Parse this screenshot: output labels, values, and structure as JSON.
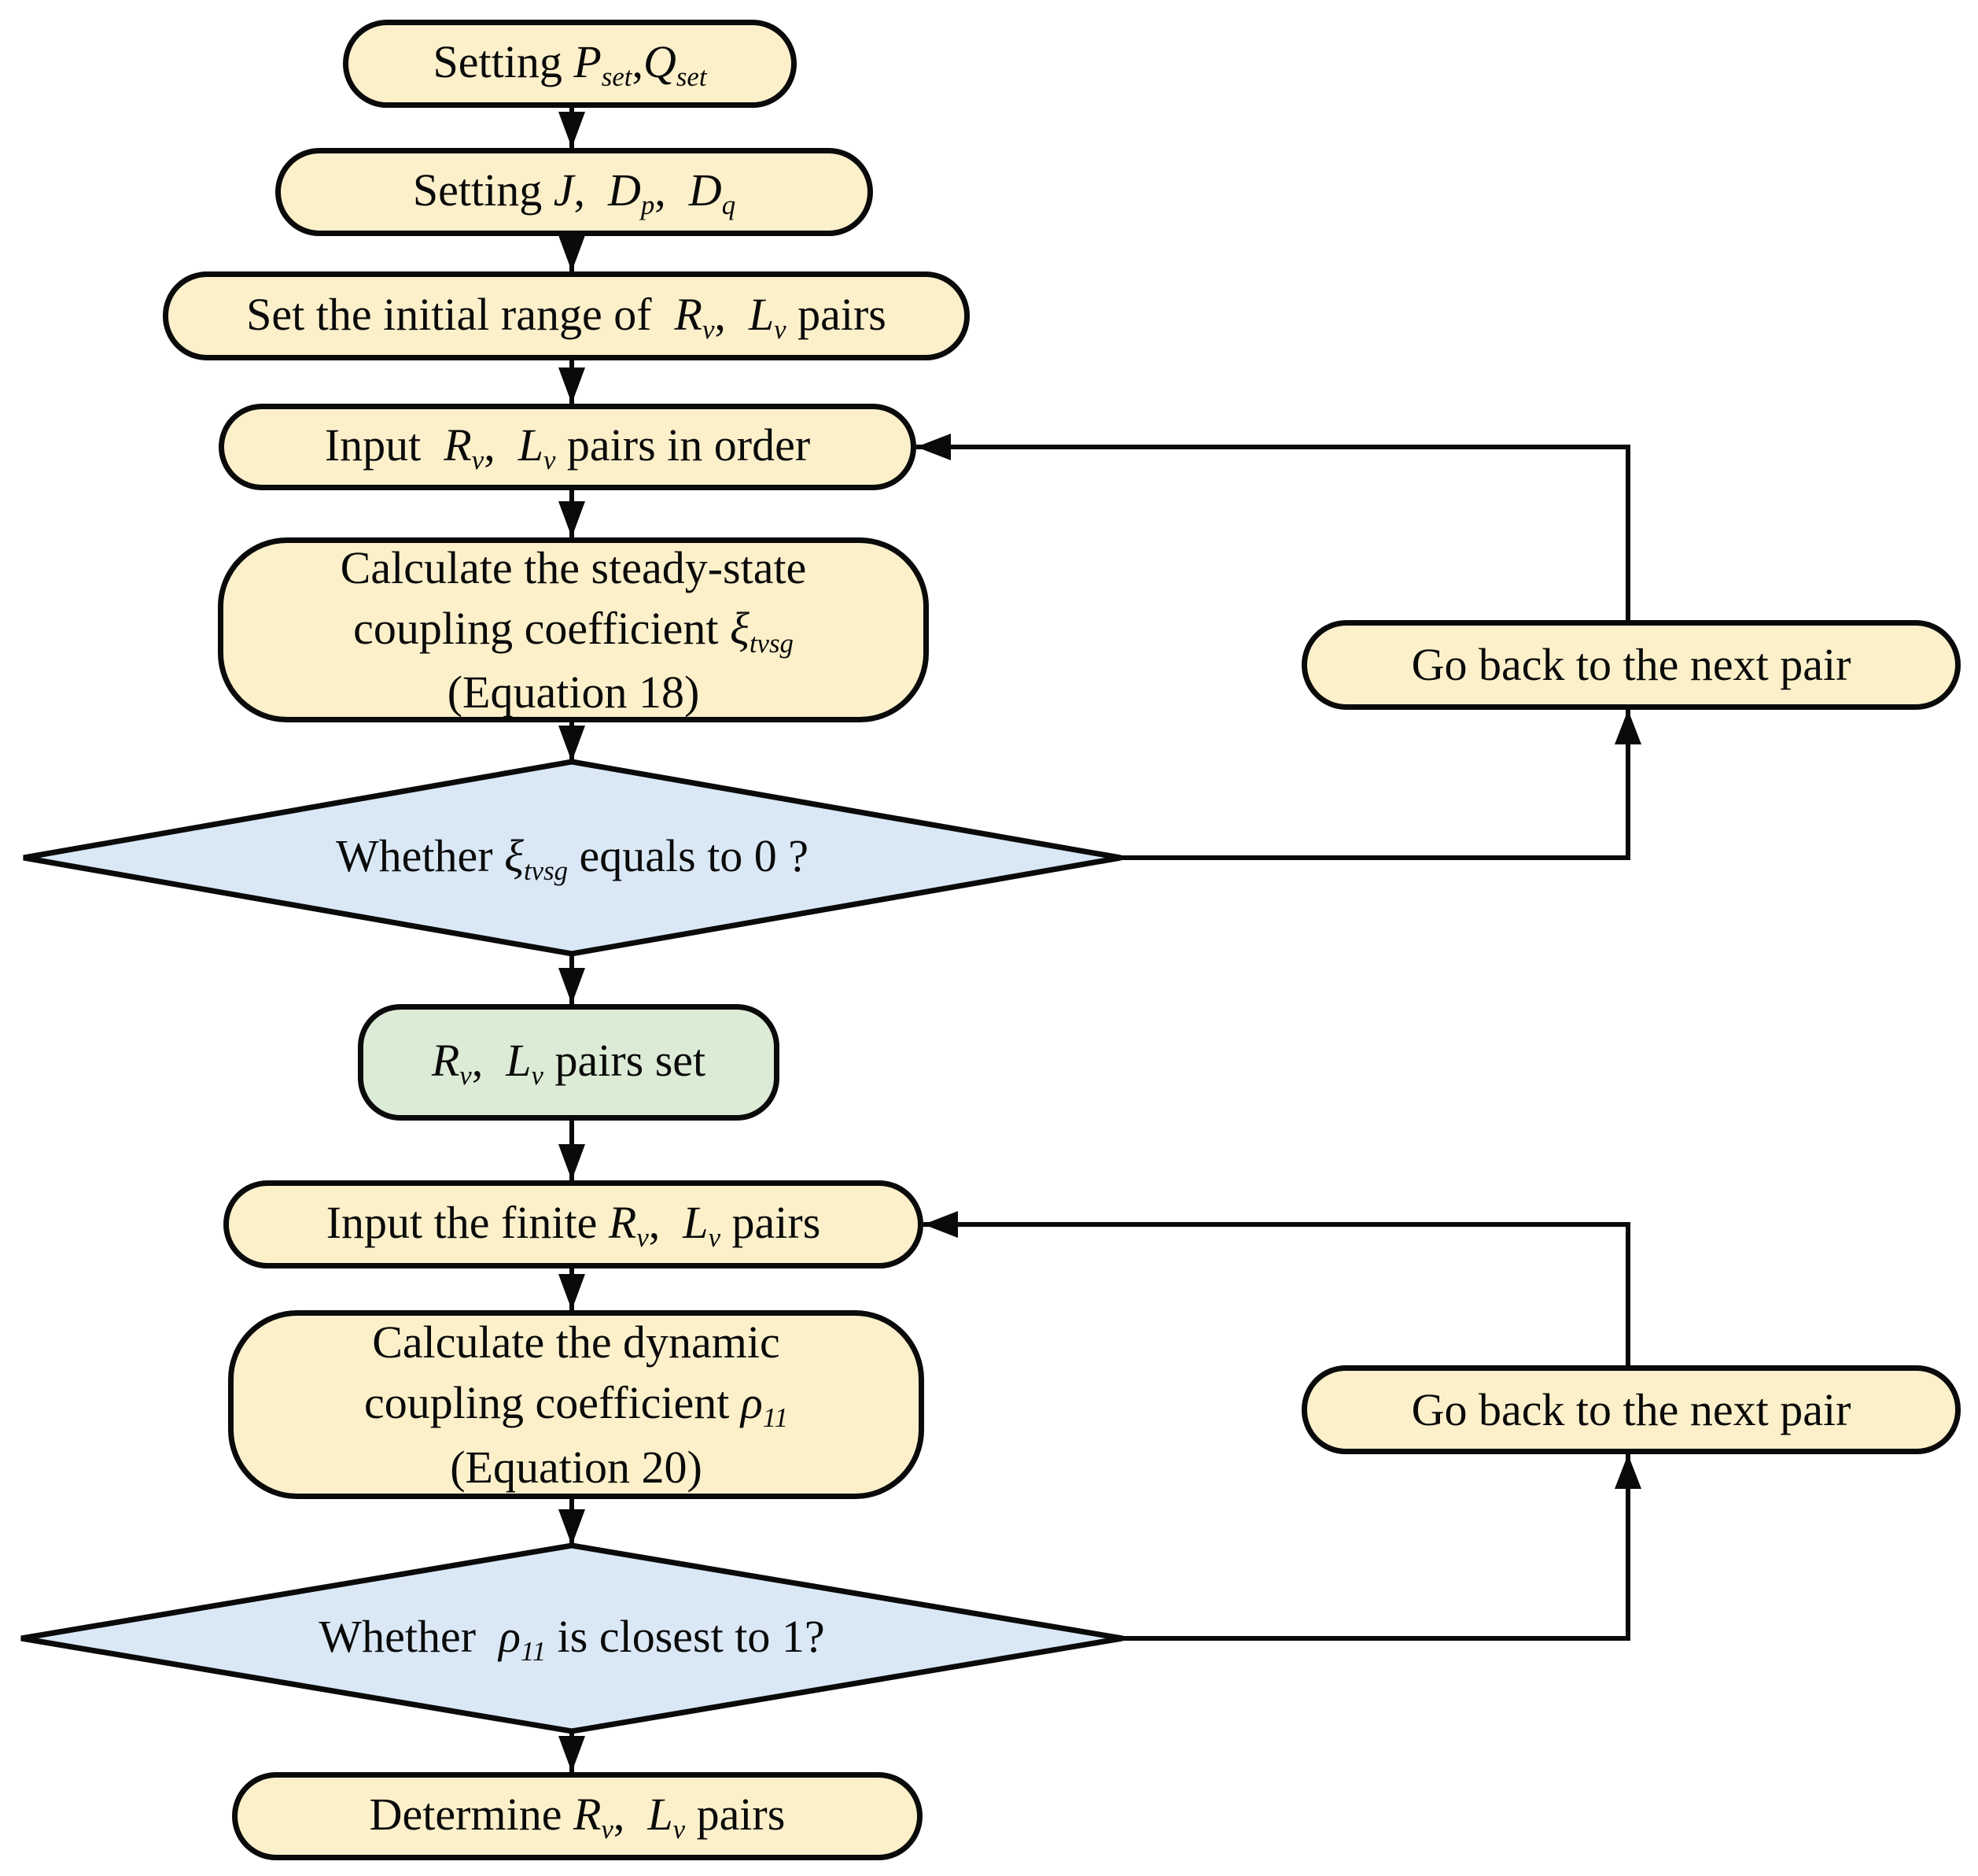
{
  "colors": {
    "background": "#ffffff",
    "line": "#0a0a0a",
    "text": "#0a0a0a",
    "process-fill": "#FBF0CA",
    "decision-fill": "#DAE8F6",
    "result-fill": "#DCEBD6"
  },
  "nodes": {
    "setting_pq": {
      "segments": [
        [
          "n",
          "Setting "
        ],
        [
          "i",
          "P"
        ],
        [
          "si",
          "set"
        ],
        [
          "n",
          ","
        ],
        [
          "i",
          "Q"
        ],
        [
          "si",
          "set"
        ]
      ]
    },
    "setting_j": {
      "segments": [
        [
          "n",
          "Setting "
        ],
        [
          "i",
          "J"
        ],
        [
          "n",
          ",  "
        ],
        [
          "i",
          "D"
        ],
        [
          "si",
          "p"
        ],
        [
          "n",
          ",  "
        ],
        [
          "i",
          "D"
        ],
        [
          "si",
          "q"
        ]
      ]
    },
    "init_range": {
      "segments": [
        [
          "n",
          "Set the initial range of  "
        ],
        [
          "i",
          "R"
        ],
        [
          "si",
          "v"
        ],
        [
          "n",
          ",  "
        ],
        [
          "i",
          "L"
        ],
        [
          "si",
          "v"
        ],
        [
          "n",
          " pairs"
        ]
      ]
    },
    "input_pairs": {
      "segments": [
        [
          "n",
          "Input  "
        ],
        [
          "i",
          "R"
        ],
        [
          "si",
          "v"
        ],
        [
          "n",
          ",  "
        ],
        [
          "i",
          "L"
        ],
        [
          "si",
          "v"
        ],
        [
          "n",
          " pairs in order"
        ]
      ]
    },
    "calc_steady": {
      "lines": [
        [
          [
            "n",
            "Calculate the steady-state"
          ]
        ],
        [
          [
            "n",
            "coupling coefficient "
          ],
          [
            "i",
            "ξ"
          ],
          [
            "si",
            "tvsg"
          ]
        ],
        [
          [
            "n",
            "(Equation 18)"
          ]
        ]
      ]
    },
    "decision_steady": {
      "segments": [
        [
          "n",
          "Whether "
        ],
        [
          "i",
          "ξ"
        ],
        [
          "si",
          "tvsg"
        ],
        [
          "n",
          " equals to 0 ?"
        ]
      ]
    },
    "pairs_set": {
      "segments": [
        [
          "i",
          "R"
        ],
        [
          "si",
          "v"
        ],
        [
          "n",
          ",  "
        ],
        [
          "i",
          "L"
        ],
        [
          "si",
          "v"
        ],
        [
          "n",
          " pairs set"
        ]
      ]
    },
    "input_finite": {
      "segments": [
        [
          "n",
          "Input the finite "
        ],
        [
          "i",
          "R"
        ],
        [
          "si",
          "v"
        ],
        [
          "n",
          ",  "
        ],
        [
          "i",
          "L"
        ],
        [
          "si",
          "v"
        ],
        [
          "n",
          " pairs"
        ]
      ]
    },
    "calc_dynamic": {
      "lines": [
        [
          [
            "n",
            "Calculate the dynamic"
          ]
        ],
        [
          [
            "n",
            "coupling coefficient "
          ],
          [
            "i",
            "ρ"
          ],
          [
            "si",
            "11"
          ]
        ],
        [
          [
            "n",
            "(Equation 20)"
          ]
        ]
      ]
    },
    "decision_dynamic": {
      "segments": [
        [
          "n",
          "Whether  "
        ],
        [
          "i",
          "ρ"
        ],
        [
          "si",
          "11"
        ],
        [
          "n",
          " is closest to 1?"
        ]
      ]
    },
    "determine": {
      "segments": [
        [
          "n",
          "Determine "
        ],
        [
          "i",
          "R"
        ],
        [
          "si",
          "v"
        ],
        [
          "n",
          ",  "
        ],
        [
          "i",
          "L"
        ],
        [
          "si",
          "v"
        ],
        [
          "n",
          " pairs"
        ]
      ]
    },
    "go_back": {
      "segments": [
        [
          "n",
          "Go back to the next pair"
        ]
      ]
    }
  }
}
